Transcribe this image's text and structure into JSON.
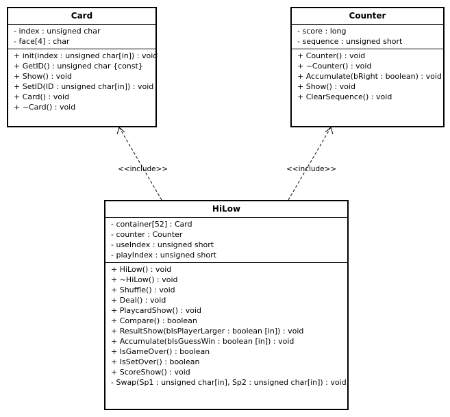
{
  "classes": {
    "card": {
      "name": "Card",
      "attributes": [
        "- index : unsigned char",
        "- face[4] : char"
      ],
      "operations": [
        "+ init(index : unsigned char[in]) : void",
        "+ GetID() : unsigned char {const}",
        "+ Show() : void",
        "+ SetID(ID : unsigned char[in]) : void",
        "+ Card() : void",
        "+ ~Card() : void"
      ]
    },
    "counter": {
      "name": "Counter",
      "attributes": [
        "- score : long",
        "- sequence : unsigned short"
      ],
      "operations": [
        "+ Counter() : void",
        "+ ~Counter() : void",
        "+ Accumulate(bRight : boolean) : void",
        "+ Show() : void",
        "+ ClearSequence() : void"
      ]
    },
    "hilow": {
      "name": "HiLow",
      "attributes": [
        "- container[52] : Card",
        "- counter : Counter",
        "- useIndex : unsigned short",
        "- playIndex : unsigned short"
      ],
      "operations": [
        "+ HiLow() : void",
        "+ ~HiLow() : void",
        "+ Shuffle() : void",
        "+ Deal() : void",
        "+ PlaycardShow() : void",
        "+ Compare() : boolean",
        "+ ResultShow(bIsPlayerLarger : boolean [in]) : void",
        "+ Accumulate(bIsGuessWin : boolean [in]) : void",
        "+ IsGameOver() : boolean",
        "+ IsSetOver() : boolean",
        "+ ScoreShow() : void",
        "- Swap(Sp1 : unsigned char[in], Sp2 : unsigned char[in]) : void"
      ]
    }
  },
  "relations": [
    {
      "from": "HiLow",
      "to": "Card",
      "label": "<<include>>"
    },
    {
      "from": "HiLow",
      "to": "Counter",
      "label": "<<include>>"
    }
  ]
}
